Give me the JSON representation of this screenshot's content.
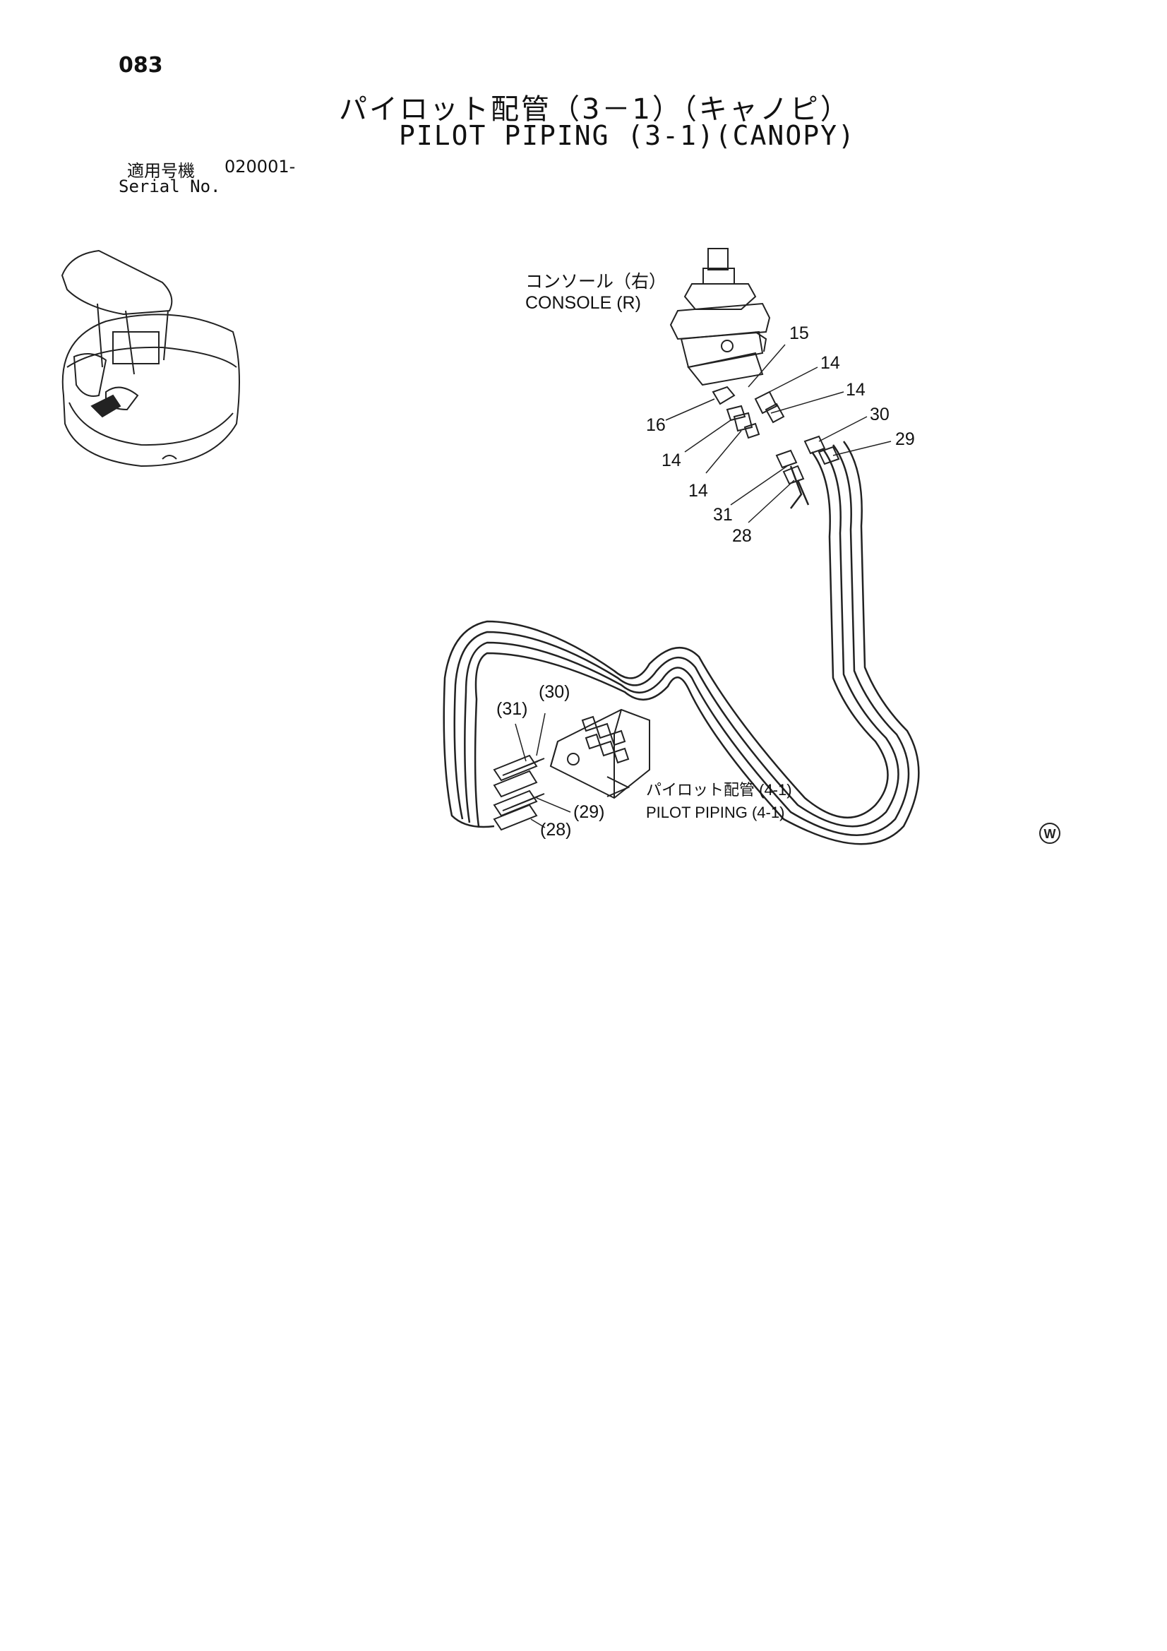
{
  "page": {
    "number": "083",
    "title_ja": "パイロット配管（3－1）（キャノピ）",
    "title_en": "PILOT PIPING (3-1)(CANOPY)",
    "serial_label_ja": "適用号機",
    "serial_value": "020001-",
    "serial_label_en": "Serial No."
  },
  "diagram": {
    "console_label_ja": "コンソール（右）",
    "console_label_en": "CONSOLE (R)",
    "pilot_ref_ja": "パイロット配管 (4-1)",
    "pilot_ref_en": "PILOT PIPING (4-1)",
    "watermark": "W",
    "callouts": {
      "c15": "15",
      "c14a": "14",
      "c14b": "14",
      "c14c": "14",
      "c14d": "14",
      "c16": "16",
      "c30": "30",
      "c29": "29",
      "c31": "31",
      "c28": "28",
      "p31": "(31)",
      "p30": "(30)",
      "p29": "(29)",
      "p28": "(28)"
    }
  }
}
